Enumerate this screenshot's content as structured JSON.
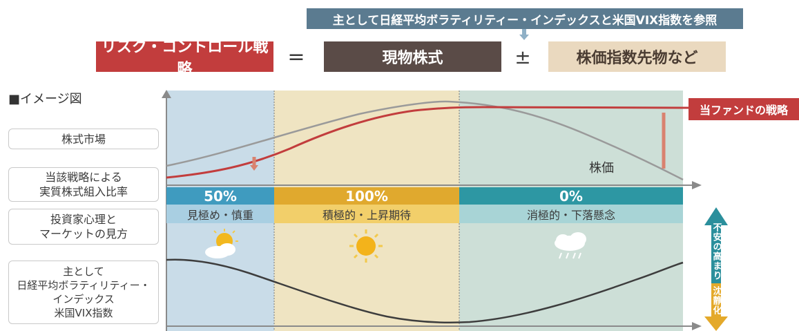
{
  "formula": {
    "top_note": "主として日経平均ボラティリティー・インデックスと米国VIX指数を参照",
    "risk_control": "リスク・コントロール戦略",
    "equals": "=",
    "physical_stock": "現物株式",
    "plus_minus": "±",
    "futures": "株価指数先物など"
  },
  "image_label": "■イメージ図",
  "left_labels": {
    "stock_market": "株式市場",
    "ratio_line1": "当該戦略による",
    "ratio_line2": "実質株式組入比率",
    "sentiment_line1": "投資家心理と",
    "sentiment_line2": "マーケットの見方",
    "index_line1": "主として",
    "index_line2": "日経平均ボラティリティー・",
    "index_line3": "インデックス",
    "index_line4": "米国VIX指数"
  },
  "phases": [
    {
      "percent": "50%",
      "mood": "見極め・慎重",
      "weather_icon": "sun-behind-cloud-icon"
    },
    {
      "percent": "100%",
      "mood": "積極的・上昇期待",
      "weather_icon": "sun-icon"
    },
    {
      "percent": "0%",
      "mood": "消極的・下落懸念",
      "weather_icon": "rain-cloud-icon"
    }
  ],
  "curve_labels": {
    "fund_strategy": "当ファンドの戦略",
    "stock_price": "株価"
  },
  "vertical_arrow": {
    "up": "不安の高まり",
    "down": "沈静化"
  },
  "colors": {
    "red": "#c23d3d",
    "phase1_bg": "#c9dce8",
    "phase2_bg": "#efe4c2",
    "phase3_bg": "#cddfd7",
    "phase1_band": "#3f9bbf",
    "phase2_band": "#e0a92e",
    "phase3_band": "#2d97a3",
    "gray_line": "#9a9a9a",
    "vix_line": "#3d3d3d",
    "arrow_teal": "#2b8f9c",
    "arrow_gold": "#e4a92a"
  }
}
